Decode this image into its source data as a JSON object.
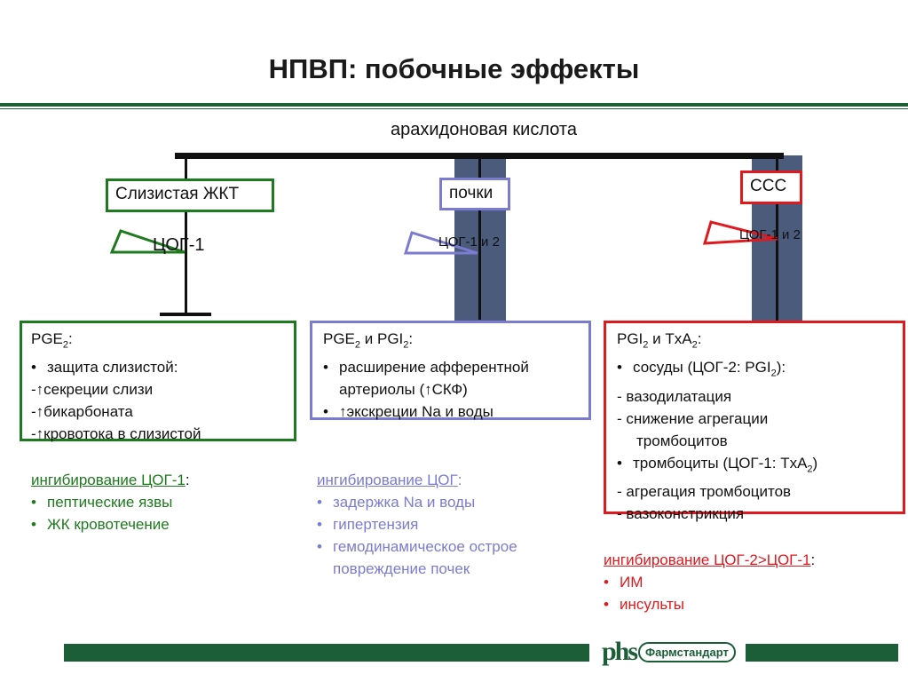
{
  "title": "НПВП: побочные эффекты",
  "acid_label": "арахидоновая кислота",
  "colors": {
    "green": "#1e7a1e",
    "purple": "#7b7bd0",
    "red": "#e0191f",
    "dark_green": "#1b5e38",
    "steel": "#4a5b7c"
  },
  "gi": {
    "label": "Слизистая ЖКТ",
    "cox": "ЦОГ-1",
    "box_title": "PGE",
    "box_title_sub": "2",
    "box_title_tail": ":",
    "bullet": "защита слизистой:",
    "lines": [
      "-↑секреции слизи",
      "-↑бикарбоната",
      "-↑кровотока в слизистой"
    ],
    "inhibit_title": "ингибирование ЦОГ-1",
    "inhibit_colon": ":",
    "effects": [
      "пептические язвы",
      "ЖК кровотечение"
    ]
  },
  "kidney": {
    "label": "почки",
    "cox": "ЦОГ-1 и 2",
    "box_title_a": "PGE",
    "box_title_a_sub": "2",
    "box_title_mid": " и PGI",
    "box_title_b_sub": "2",
    "box_title_tail": ":",
    "bullets": [
      "расширение афферентной артериолы (↑СКФ)",
      "↑экскреции Na и воды"
    ],
    "inhibit_title": "ингибирование ЦОГ",
    "inhibit_colon": ":",
    "effects": [
      "задержка Na и воды",
      "гипертензия",
      "гемодинамическое острое повреждение почек"
    ]
  },
  "cvs": {
    "label": "ССС",
    "cox": "ЦОГ-1 и 2",
    "box_title_a": "PGI",
    "box_title_a_sub": "2",
    "box_title_mid": " и TxA",
    "box_title_b_sub": "2",
    "box_title_tail": ":",
    "bullet1_a": "сосуды (ЦОГ-2: PGI",
    "bullet1_sub": "2",
    "bullet1_tail": "):",
    "lines1": [
      "- вазодилатация",
      "- снижение агрегации",
      "тромбоцитов"
    ],
    "bullet2_a": "тромбоциты (ЦОГ-1: TxA",
    "bullet2_sub": "2",
    "bullet2_tail": ")",
    "lines2": [
      "- агрегация тромбоцитов",
      "- вазоконстрикция"
    ],
    "inhibit_title": "ингибирование ЦОГ-2>ЦОГ-1",
    "inhibit_colon": ":",
    "effects": [
      "ИМ",
      "инсульты"
    ]
  },
  "logo": {
    "mark": "phs",
    "name": "Фармстандарт"
  }
}
